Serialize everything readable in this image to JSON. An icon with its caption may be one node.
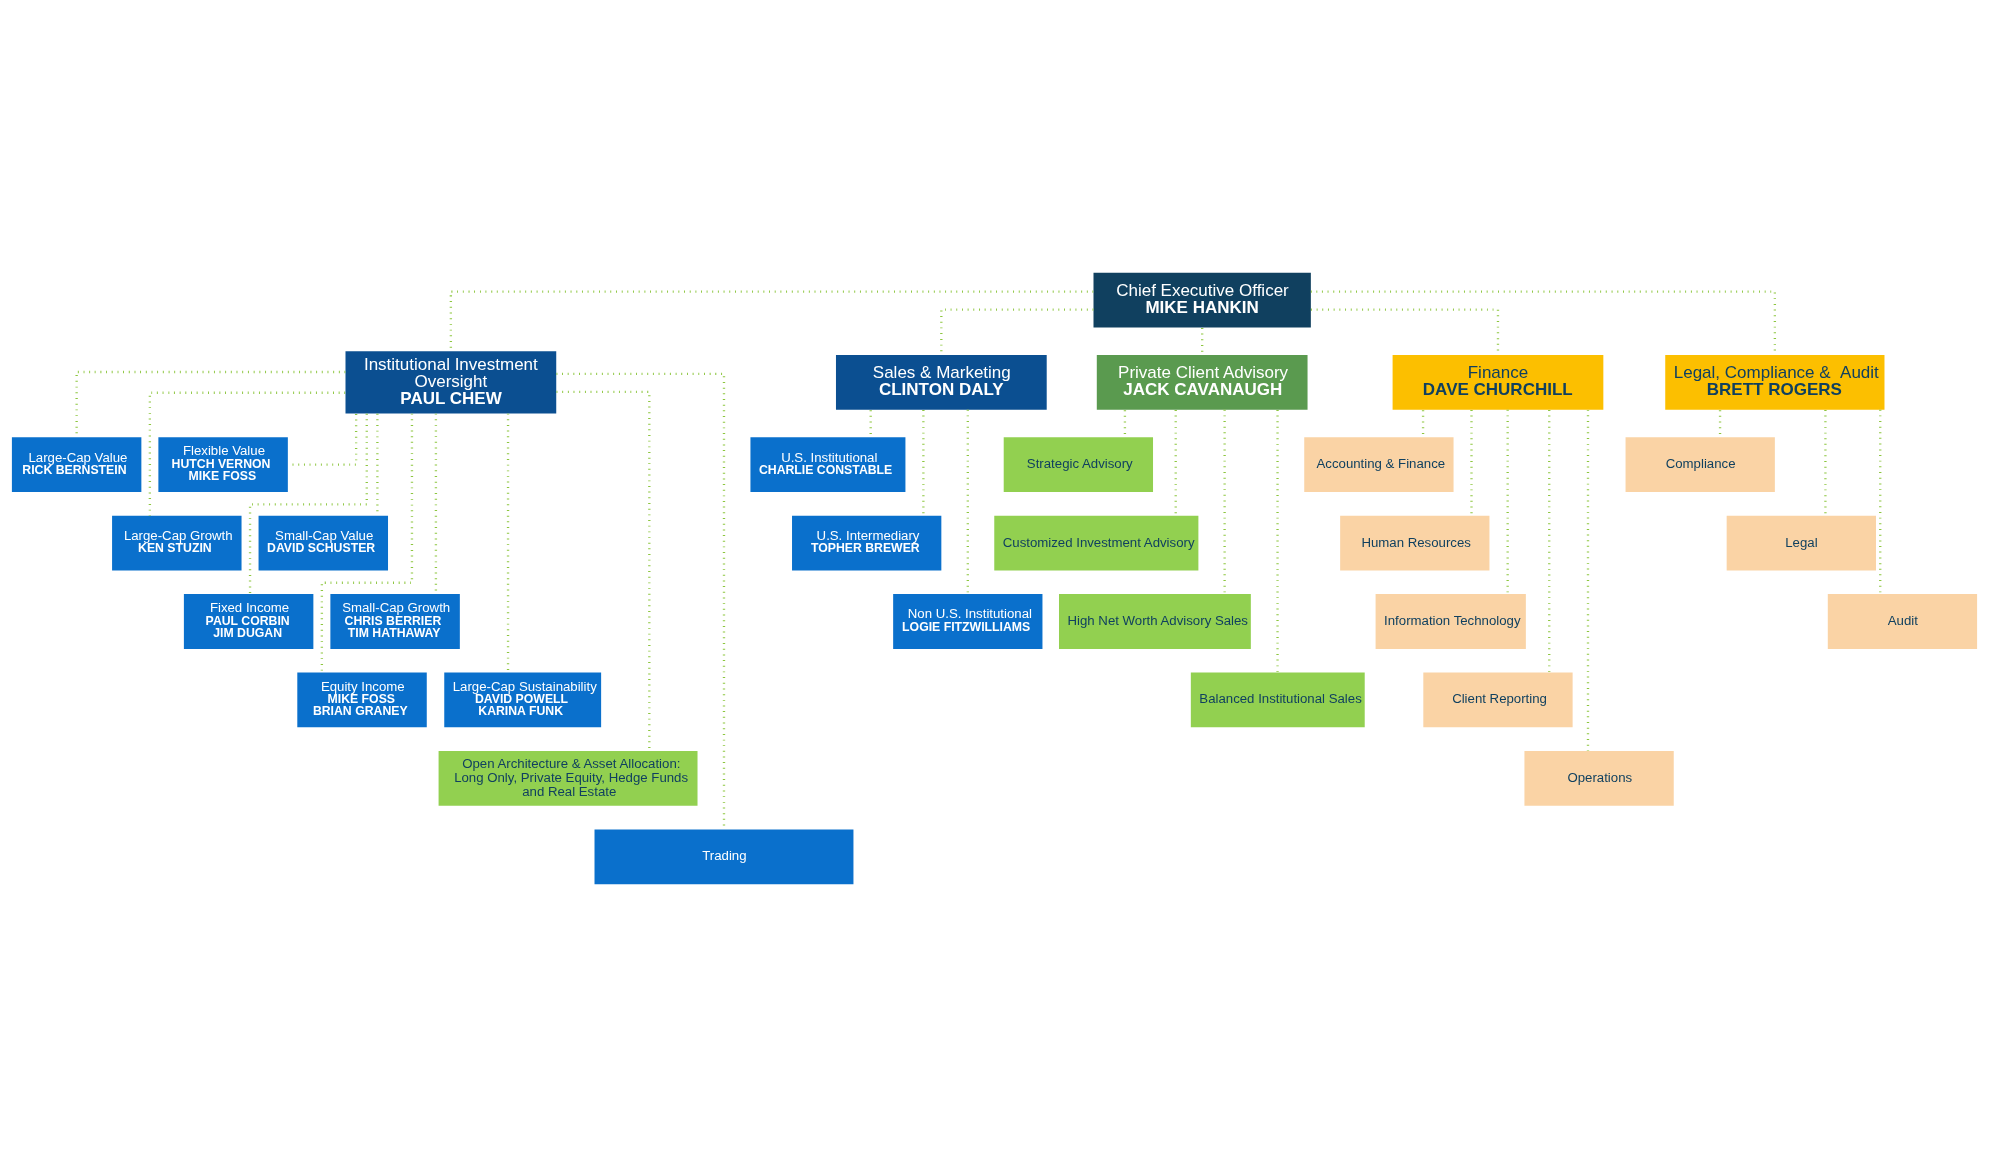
{
  "diagram": {
    "nodes": [
      {
        "text": [
          "Chief Executive Officer",
          "MIKE HANKIN"
        ]
      },
      {
        "text": [
          "Institutional Investment Oversight",
          "PAUL CHEW"
        ]
      },
      {
        "text": [
          "Sales & Marketing",
          "CLINTON DALY"
        ]
      },
      {
        "text": [
          "Private Client Advisory",
          "JACK CAVANAUGH"
        ]
      },
      {
        "text": [
          "Finance",
          "DAVE CHURCHILL"
        ]
      },
      {
        "text": [
          "Legal, Compliance &  Audit",
          "BRETT ROGERS"
        ]
      },
      {
        "text": [
          "Large-Cap Value",
          "RICK BERNSTEIN"
        ]
      },
      {
        "text": [
          "Flexible Value",
          "HUTCH VERNON",
          "MIKE FOSS"
        ]
      },
      {
        "text": [
          "Large-Cap Growth",
          "KEN STUZIN"
        ]
      },
      {
        "text": [
          "Small-Cap Value",
          "DAVID SCHUSTER"
        ]
      },
      {
        "text": [
          "Fixed Income",
          "PAUL CORBIN",
          "JIM DUGAN"
        ]
      },
      {
        "text": [
          "Small-Cap Growth",
          "CHRIS BERRIER",
          "TIM HATHAWAY"
        ]
      },
      {
        "text": [
          "Equity Income",
          "MIKE FOSS",
          "BRIAN GRANEY"
        ]
      },
      {
        "text": [
          "Large-Cap Sustainability",
          "DAVID POWELL",
          "KARINA FUNK"
        ]
      },
      {
        "text": [
          "Open Architecture & Asset Allocation: Long Only, Private Equity, Hedge Funds and Real Estate"
        ]
      },
      {
        "text": [
          "Trading"
        ]
      },
      {
        "text": [
          "U.S. Institutional",
          "CHARLIE CONSTABLE"
        ]
      },
      {
        "text": [
          "U.S. Intermediary",
          "TOPHER BREWER"
        ]
      },
      {
        "text": [
          "Non U.S. Institutional",
          "LOGIE FITZWILLIAMS"
        ]
      },
      {
        "text": [
          "Strategic Advisory"
        ]
      },
      {
        "text": [
          "Customized Investment Advisory"
        ]
      },
      {
        "text": [
          "High Net Worth Advisory Sales"
        ]
      },
      {
        "text": [
          "Balanced Institutional Sales"
        ]
      },
      {
        "text": [
          "Accounting & Finance"
        ]
      },
      {
        "text": [
          "Human Resources"
        ]
      },
      {
        "text": [
          "Information Technology"
        ]
      },
      {
        "text": [
          "Client Reporting"
        ]
      },
      {
        "text": [
          "Operations"
        ]
      },
      {
        "text": [
          "Compliance"
        ]
      },
      {
        "text": [
          "Legal"
        ]
      },
      {
        "text": [
          "Audit"
        ]
      }
    ],
    "edges": [
      {
        "from": 0,
        "to": 1,
        "arrow": "none"
      },
      {
        "from": 0,
        "to": 2,
        "arrow": "none"
      },
      {
        "from": 0,
        "to": 3,
        "arrow": "none"
      },
      {
        "from": 0,
        "to": 4,
        "arrow": "none"
      },
      {
        "from": 0,
        "to": 5,
        "arrow": "none"
      },
      {
        "from": 1,
        "to": 6,
        "arrow": "none"
      },
      {
        "from": 1,
        "to": 7,
        "arrow": "none"
      },
      {
        "from": 1,
        "to": 8,
        "arrow": "none"
      },
      {
        "from": 1,
        "to": 9,
        "arrow": "none"
      },
      {
        "from": 1,
        "to": 10,
        "arrow": "none"
      },
      {
        "from": 1,
        "to": 11,
        "arrow": "none"
      },
      {
        "from": 1,
        "to": 12,
        "arrow": "none"
      },
      {
        "from": 1,
        "to": 13,
        "arrow": "none"
      },
      {
        "from": 1,
        "to": 14,
        "arrow": "none"
      },
      {
        "from": 1,
        "to": 15,
        "arrow": "none"
      },
      {
        "from": 2,
        "to": 16,
        "arrow": "none"
      },
      {
        "from": 2,
        "to": 17,
        "arrow": "none"
      },
      {
        "from": 2,
        "to": 18,
        "arrow": "none"
      },
      {
        "from": 3,
        "to": 19,
        "arrow": "none"
      },
      {
        "from": 3,
        "to": 20,
        "arrow": "none"
      },
      {
        "from": 3,
        "to": 21,
        "arrow": "none"
      },
      {
        "from": 3,
        "to": 22,
        "arrow": "none"
      },
      {
        "from": 4,
        "to": 23,
        "arrow": "none"
      },
      {
        "from": 4,
        "to": 24,
        "arrow": "none"
      },
      {
        "from": 4,
        "to": 25,
        "arrow": "none"
      },
      {
        "from": 4,
        "to": 26,
        "arrow": "none"
      },
      {
        "from": 4,
        "to": 27,
        "arrow": "none"
      },
      {
        "from": 5,
        "to": 28,
        "arrow": "none"
      },
      {
        "from": 5,
        "to": 29,
        "arrow": "none"
      },
      {
        "from": 5,
        "to": 30,
        "arrow": "none"
      }
    ]
  }
}
